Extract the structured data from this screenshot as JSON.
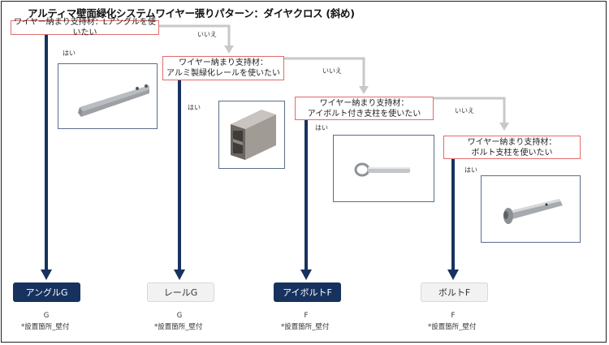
{
  "title": "アルティマ壁面緑化システムワイヤー張りパターン：ダイヤクロス (斜め)",
  "questions": [
    "ワイヤー納まり支持材：Lアングルを使いたい",
    "ワイヤー納まり支持材：\nアルミ製緑化レールを使いたい",
    "ワイヤー納まり支持材：\nアイボルト付き支柱を使いたい",
    "ワイヤー納まり支持材：\nボルト支柱を使いたい"
  ],
  "yes_label": "はい",
  "no_label": "いいえ",
  "results": [
    {
      "label": "アングルG",
      "code": "G",
      "note": "*設置箇所_壁付",
      "style": "dark"
    },
    {
      "label": "レールG",
      "code": "G",
      "note": "*設置箇所_壁付",
      "style": "light"
    },
    {
      "label": "アイボルトF",
      "code": "F",
      "note": "*設置箇所_壁付",
      "style": "dark"
    },
    {
      "label": "ボルトF",
      "code": "F",
      "note": "*設置箇所_壁付",
      "style": "light"
    }
  ],
  "photos": [
    "angle-photo",
    "rail-photo",
    "eyebolt-photo",
    "bolt-photo"
  ],
  "colors": {
    "yes_arrow": "#17325f",
    "no_arrow": "#c8c8c8",
    "question_border": "#e36a6a"
  }
}
